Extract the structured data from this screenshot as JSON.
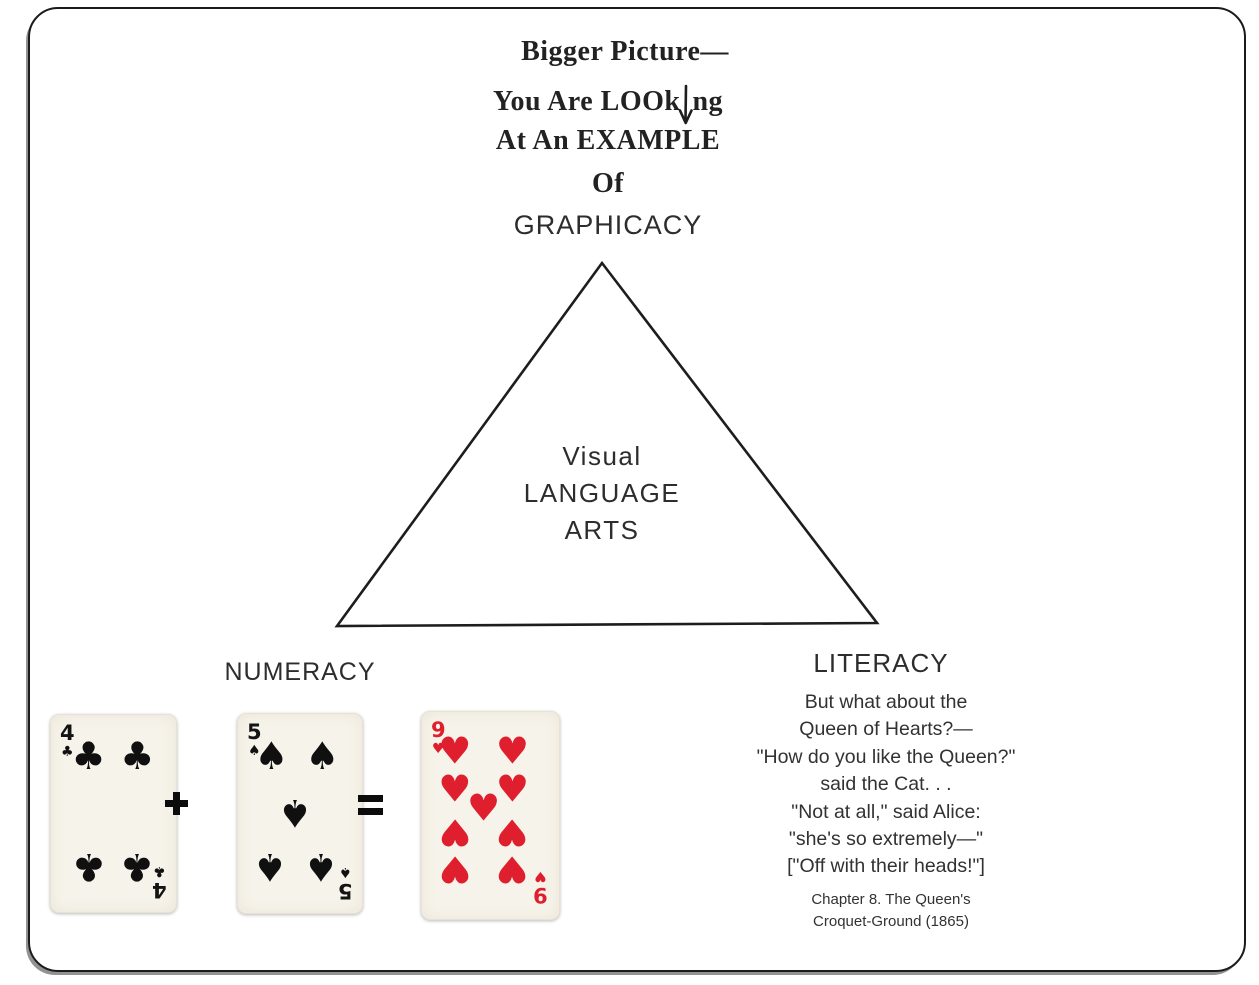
{
  "diagram": {
    "handwritten_note": {
      "line1": "Bigger Picture—",
      "line2_before_arrow": "You Are LOOk",
      "line2_after_arrow": "ng",
      "line3": "At An EXAMPLE",
      "line4": "Of"
    },
    "apex_label": "GRAPHICACY",
    "triangle_center": {
      "lines": [
        "Visual",
        "LANGUAGE",
        "ARTS"
      ]
    },
    "numeracy": {
      "label": "NUMERACY",
      "plus_symbol": "+",
      "equals_symbol": "=",
      "cards": [
        {
          "rank": "4",
          "suit": "clubs",
          "glyph": "♣",
          "color": "black"
        },
        {
          "rank": "5",
          "suit": "spades",
          "glyph": "♠",
          "color": "black"
        },
        {
          "rank": "9",
          "suit": "hearts",
          "glyph": "♥",
          "color": "red"
        }
      ]
    },
    "literacy": {
      "label": "LITERACY",
      "quote_lines": [
        "But what about the",
        "Queen of Hearts?—",
        "\"How do you like the Queen?\"",
        "said the Cat. . .",
        "\"Not at all,\" said Alice:",
        "\"she's so extremely—\"",
        "[\"Off with their heads!\"]"
      ],
      "citation_lines": [
        "Chapter 8. The Queen's",
        "Croquet-Ground (1865)"
      ]
    }
  },
  "colors": {
    "ink": "#2d2d2d",
    "heart_red": "#df1f2d",
    "card_bg": "#f6f3ea",
    "frame_border": "#1b1b1b"
  }
}
